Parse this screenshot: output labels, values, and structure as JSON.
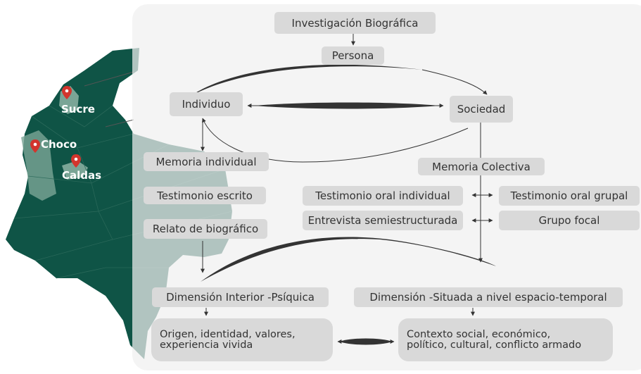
{
  "map": {
    "departments": [
      "Sucre",
      "Choco",
      "Caldas"
    ],
    "colors": {
      "country": "#0f5446",
      "highlight": "#7aa596",
      "marker": "#d2352d"
    }
  },
  "diagram": {
    "top": "Investigación Biográfica",
    "persona": "Persona",
    "individuo": "Individuo",
    "sociedad": "Sociedad",
    "memoria_individual": "Memoria individual",
    "memoria_colectiva": "Memoria Colectiva",
    "testimonio_escrito": "Testimonio escrito",
    "relato": "Relato de biográfico",
    "testimonio_oral_individual": "Testimonio oral individual",
    "testimonio_oral_grupal": "Testimonio oral grupal",
    "entrevista": "Entrevista semiestructurada",
    "grupo_focal": "Grupo focal",
    "dimension_interior": "Dimensión Interior -Psíquica",
    "dimension_situada": "Dimensión -Situada a nivel espacio-temporal",
    "origen_line1": "Origen, identidad, valores,",
    "origen_line2": "experiencia vivida",
    "contexto_line1": "Contexto social, económico,",
    "contexto_line2": "político, cultural, conflicto armado"
  }
}
